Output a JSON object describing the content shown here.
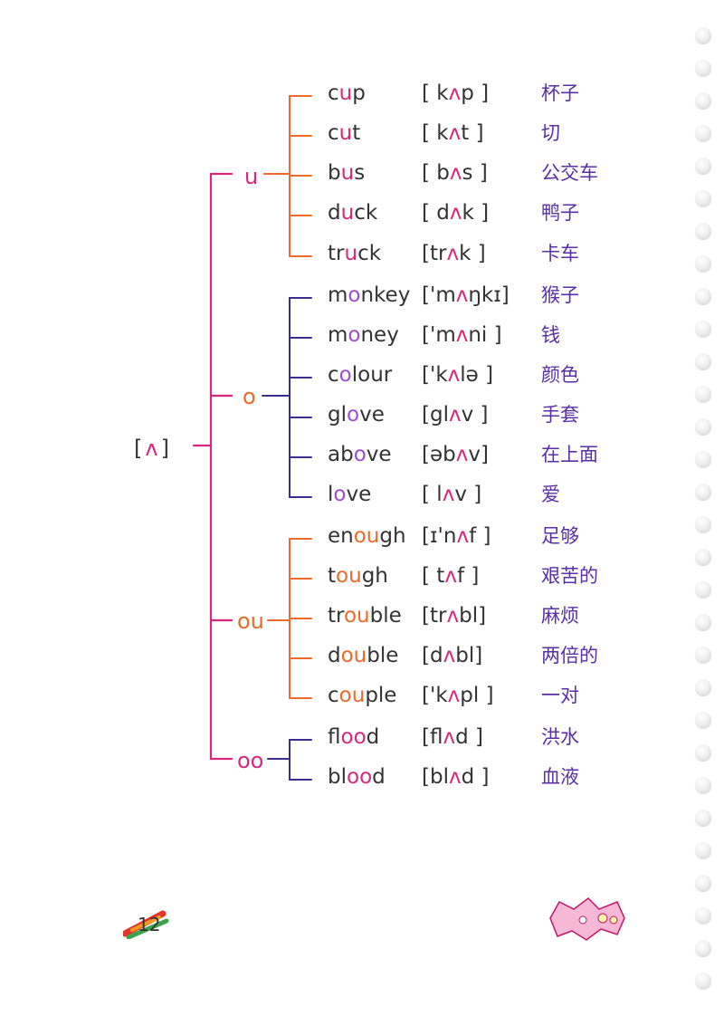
{
  "root": {
    "open": "[",
    "vowel": "ʌ",
    "close": "]"
  },
  "groups": [
    {
      "label": "u",
      "color": "#d9287d",
      "line_color": "#ec6a2a",
      "words": [
        {
          "pre": "c",
          "hl": "u",
          "post": "p",
          "ipa": "[ kʌp ]",
          "cn": "杯子"
        },
        {
          "pre": "c",
          "hl": "u",
          "post": "t",
          "ipa": "[ kʌt ]",
          "cn": "切"
        },
        {
          "pre": "b",
          "hl": "u",
          "post": "s",
          "ipa": "[ bʌs ]",
          "cn": "公交车"
        },
        {
          "pre": "d",
          "hl": "u",
          "post": "ck",
          "ipa": "[ dʌk ]",
          "cn": "鸭子"
        },
        {
          "pre": "tr",
          "hl": "u",
          "post": "ck",
          "ipa": "[trʌk ]",
          "cn": "卡车"
        }
      ]
    },
    {
      "label": "o",
      "color": "#ec6a2a",
      "line_color": "#3a2e8f",
      "words": [
        {
          "pre": "m",
          "hl": "o",
          "post": "nkey",
          "ipa": "['mʌŋkɪ]",
          "cn": "猴子"
        },
        {
          "pre": "m",
          "hl": "o",
          "post": "ney",
          "ipa": "['mʌni ]",
          "cn": "钱"
        },
        {
          "pre": "c",
          "hl": "o",
          "post": "lour",
          "ipa": "['kʌlə ]",
          "cn": "颜色"
        },
        {
          "pre": "gl",
          "hl": "o",
          "post": "ve",
          "ipa": "[glʌv ]",
          "cn": "手套"
        },
        {
          "pre": "ab",
          "hl": "o",
          "post": "ve",
          "ipa": "[əbʌv]",
          "cn": "在上面"
        },
        {
          "pre": "l",
          "hl": "o",
          "post": "ve",
          "ipa": "[ lʌv ]",
          "cn": "爱"
        }
      ]
    },
    {
      "label": "ou",
      "color": "#ec6a2a",
      "line_color": "#ec6a2a",
      "words": [
        {
          "pre": "en",
          "hl": "ou",
          "post": "gh",
          "ipa": "[ɪ'nʌf ]",
          "cn": "足够"
        },
        {
          "pre": "t",
          "hl": "ou",
          "post": "gh",
          "ipa": "[ tʌf ]",
          "cn": "艰苦的"
        },
        {
          "pre": "tr",
          "hl": "ou",
          "post": "ble",
          "ipa": "[trʌbl]",
          "cn": "麻烦"
        },
        {
          "pre": "d",
          "hl": "ou",
          "post": "ble",
          "ipa": "[dʌbl]",
          "cn": "两倍的"
        },
        {
          "pre": "c",
          "hl": "ou",
          "post": "ple",
          "ipa": "['kʌpl ]",
          "cn": "一对"
        }
      ]
    },
    {
      "label": "oo",
      "color": "#d9287d",
      "line_color": "#3a2e8f",
      "words": [
        {
          "pre": "fl",
          "hl": "oo",
          "post": "d",
          "ipa": "[flʌd ]",
          "cn": "洪水"
        },
        {
          "pre": "bl",
          "hl": "oo",
          "post": "d",
          "ipa": "[blʌd ]",
          "cn": "血液"
        }
      ]
    }
  ],
  "page_number": "12",
  "colors": {
    "main_trunk": "#d9287d",
    "ipa_vowel": "#d9287d",
    "chinese": "#5a2fa8"
  }
}
